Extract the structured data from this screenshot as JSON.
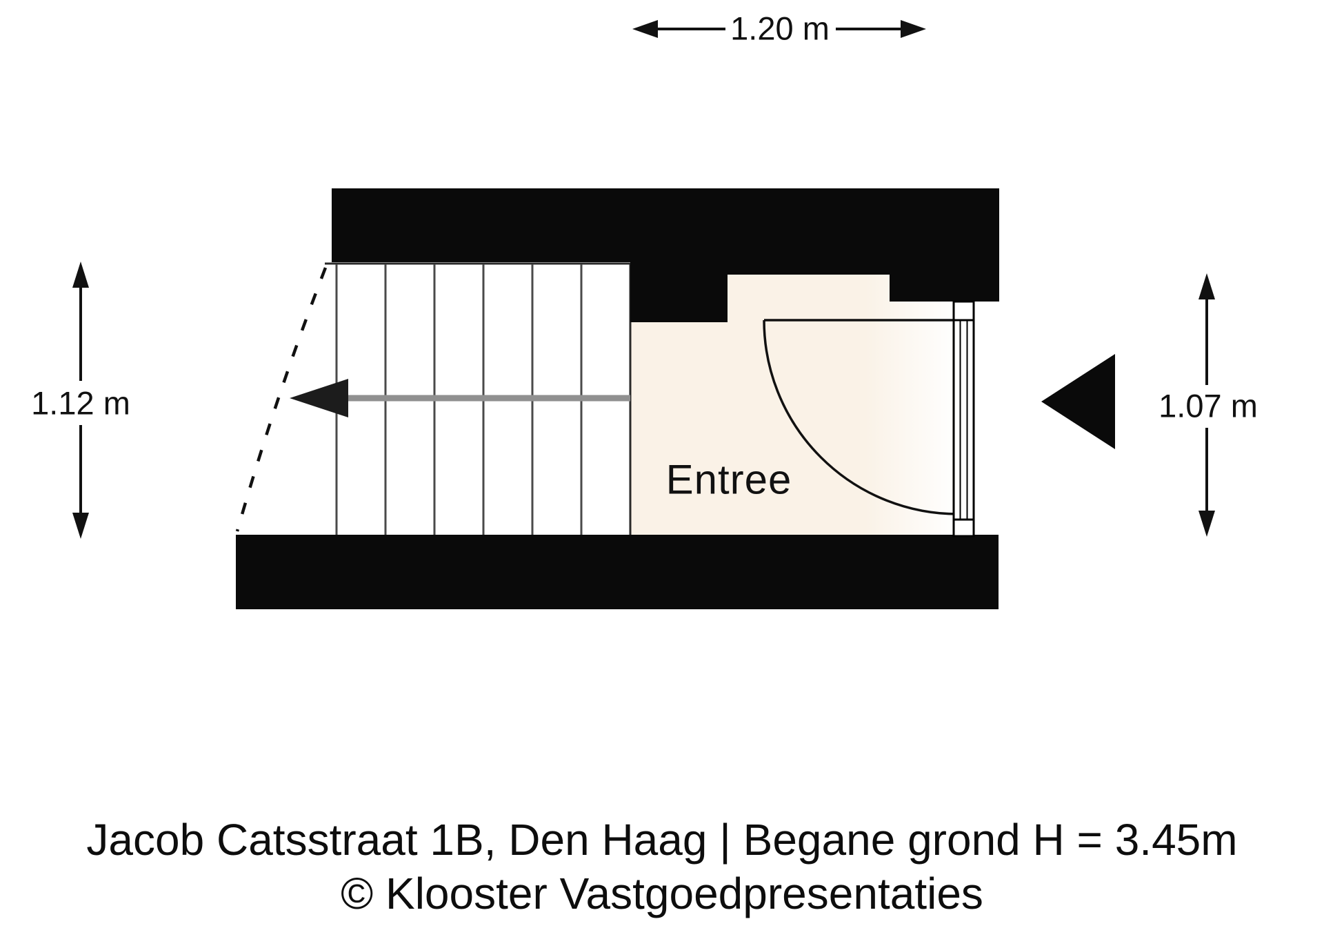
{
  "page": {
    "background": "#ffffff",
    "type": "floorplan"
  },
  "colors": {
    "wall": "#0a0a0a",
    "floor": "#faf2e7",
    "tread_line": "#4a4a4a",
    "stair_edge": "#2a2a2a",
    "stair_arrow_line": "#909090",
    "stair_arrow_head": "#1c1c1c",
    "door_line": "#111111",
    "frame_fill": "#ffffff",
    "text": "#111111"
  },
  "dimensions": {
    "top": {
      "label": "1.20 m"
    },
    "left": {
      "label": "1.12 m"
    },
    "right": {
      "label": "1.07 m"
    }
  },
  "rooms": {
    "entree": {
      "name": "Entree"
    }
  },
  "icons": {
    "entrance_arrow": "left-pointing solid triangle marking the entrance",
    "stair_direction_arrow": "left-pointing arrow on stair treads",
    "door_swing": "quarter-circle door swing arc",
    "dimension_arrows": "double-headed measurement arrows"
  },
  "footer": {
    "line1": "Jacob Catsstraat 1B, Den Haag | Begane grond H = 3.45m",
    "line2": "© Klooster Vastgoedpresentaties"
  }
}
